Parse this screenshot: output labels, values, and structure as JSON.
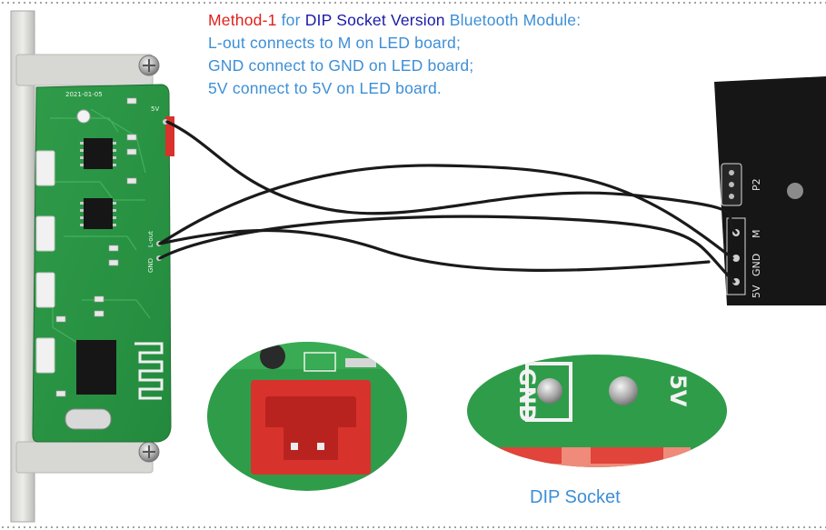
{
  "caption": {
    "line1_part1": "Method-1",
    "line1_part2": " for ",
    "line1_part3": "DIP Socket Version",
    "line1_part4": " Bluetooth Module:",
    "line2": "L-out connects to M on LED board;",
    "line3": "GND connect to GND on LED board;",
    "line4": "5V connect to 5V on LED board."
  },
  "bluetooth_board": {
    "date_code": "2021-01-05",
    "pin_labels": [
      "5V",
      "L-out",
      "GND"
    ]
  },
  "led_board": {
    "header_label": "P2",
    "pin_labels": [
      "M",
      "GND",
      "5V"
    ]
  },
  "closeup_right": {
    "labels": [
      "GND",
      "5V"
    ]
  },
  "dip_socket_label": "DIP Socket",
  "colors": {
    "pcb_green": "#2f9c4a",
    "socket_red": "#d8322c",
    "wire": "#1a1a1a",
    "caption_red": "#e0201c",
    "caption_navy": "#1a1aa8",
    "caption_blue": "#3d8fd6"
  }
}
